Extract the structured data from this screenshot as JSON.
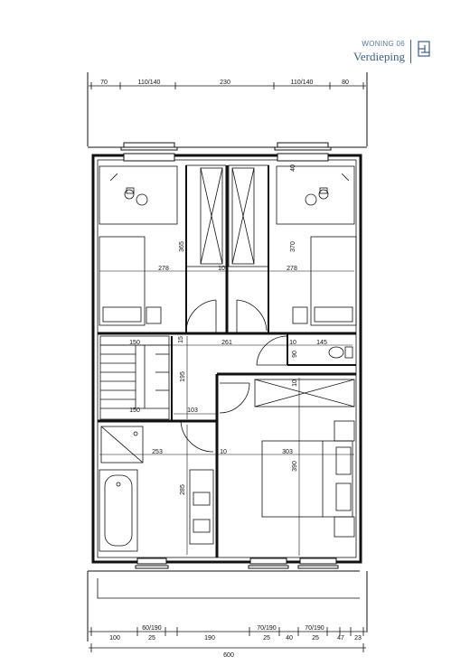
{
  "header": {
    "unit": "WONING 06",
    "floor": "Verdieping",
    "accent_color": "#3e5f8f",
    "icon": "floorplan-icon"
  },
  "dimensions": {
    "top": [
      "70",
      "110/140",
      "230",
      "110/140",
      "80"
    ],
    "bottom_row": [
      "100",
      "60/190",
      "25",
      "190",
      "70/190",
      "25",
      "40",
      "70/190",
      "25",
      "47",
      "23"
    ],
    "bottom_total": "600",
    "interior": {
      "left_bedroom_width": "278",
      "left_bedroom_depth": "365",
      "wardrobe_wall": "10",
      "right_bedroom_width": "278",
      "right_bedroom_depth": "370",
      "right_wall": "40",
      "stair_width_top": "150",
      "hall_width": "261",
      "hall_wall": "10",
      "wc_width": "145",
      "wall_15": "15",
      "wc_depth": "90",
      "storage_wall": "10",
      "stair_height": "195",
      "stair_width_bottom": "150",
      "hall_small": "103",
      "bathroom_width": "253",
      "bath_wall": "10",
      "master_width": "303",
      "master_depth": "390",
      "bathroom_depth": "285"
    }
  }
}
